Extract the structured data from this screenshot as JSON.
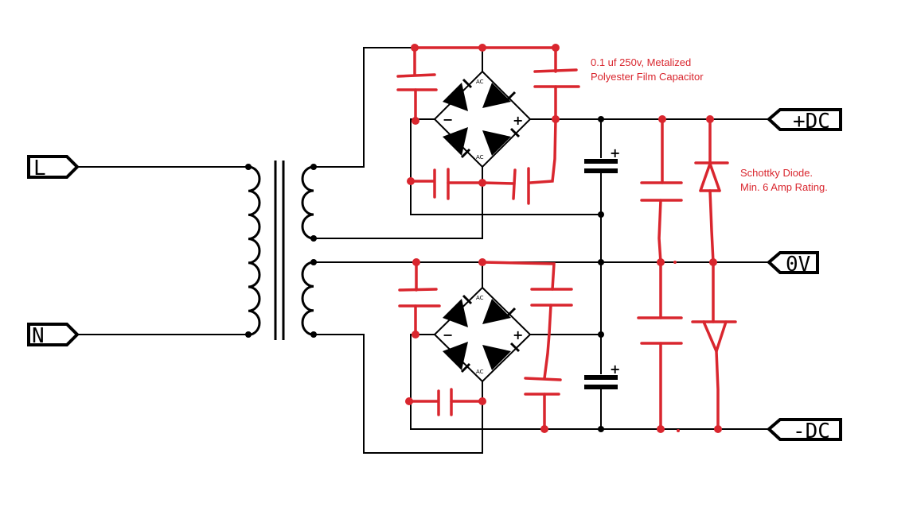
{
  "terminals": {
    "line": "L",
    "neutral": "N",
    "positive_dc": "+DC",
    "zero_volt": "0V",
    "negative_dc": "-DC"
  },
  "annotations": {
    "film_capacitor_line1": "0.1 uf 250v, Metalized",
    "film_capacitor_line2": "Polyester Film Capacitor",
    "schottky_line1": "Schottky Diode.",
    "schottky_line2": "Min. 6 Amp Rating."
  },
  "bridge_marks": {
    "ac": "AC",
    "minus": "−",
    "plus": "+"
  },
  "cap_polarity": "+",
  "colors": {
    "original_wiring": "#000000",
    "added_parts": "#d9262e"
  }
}
